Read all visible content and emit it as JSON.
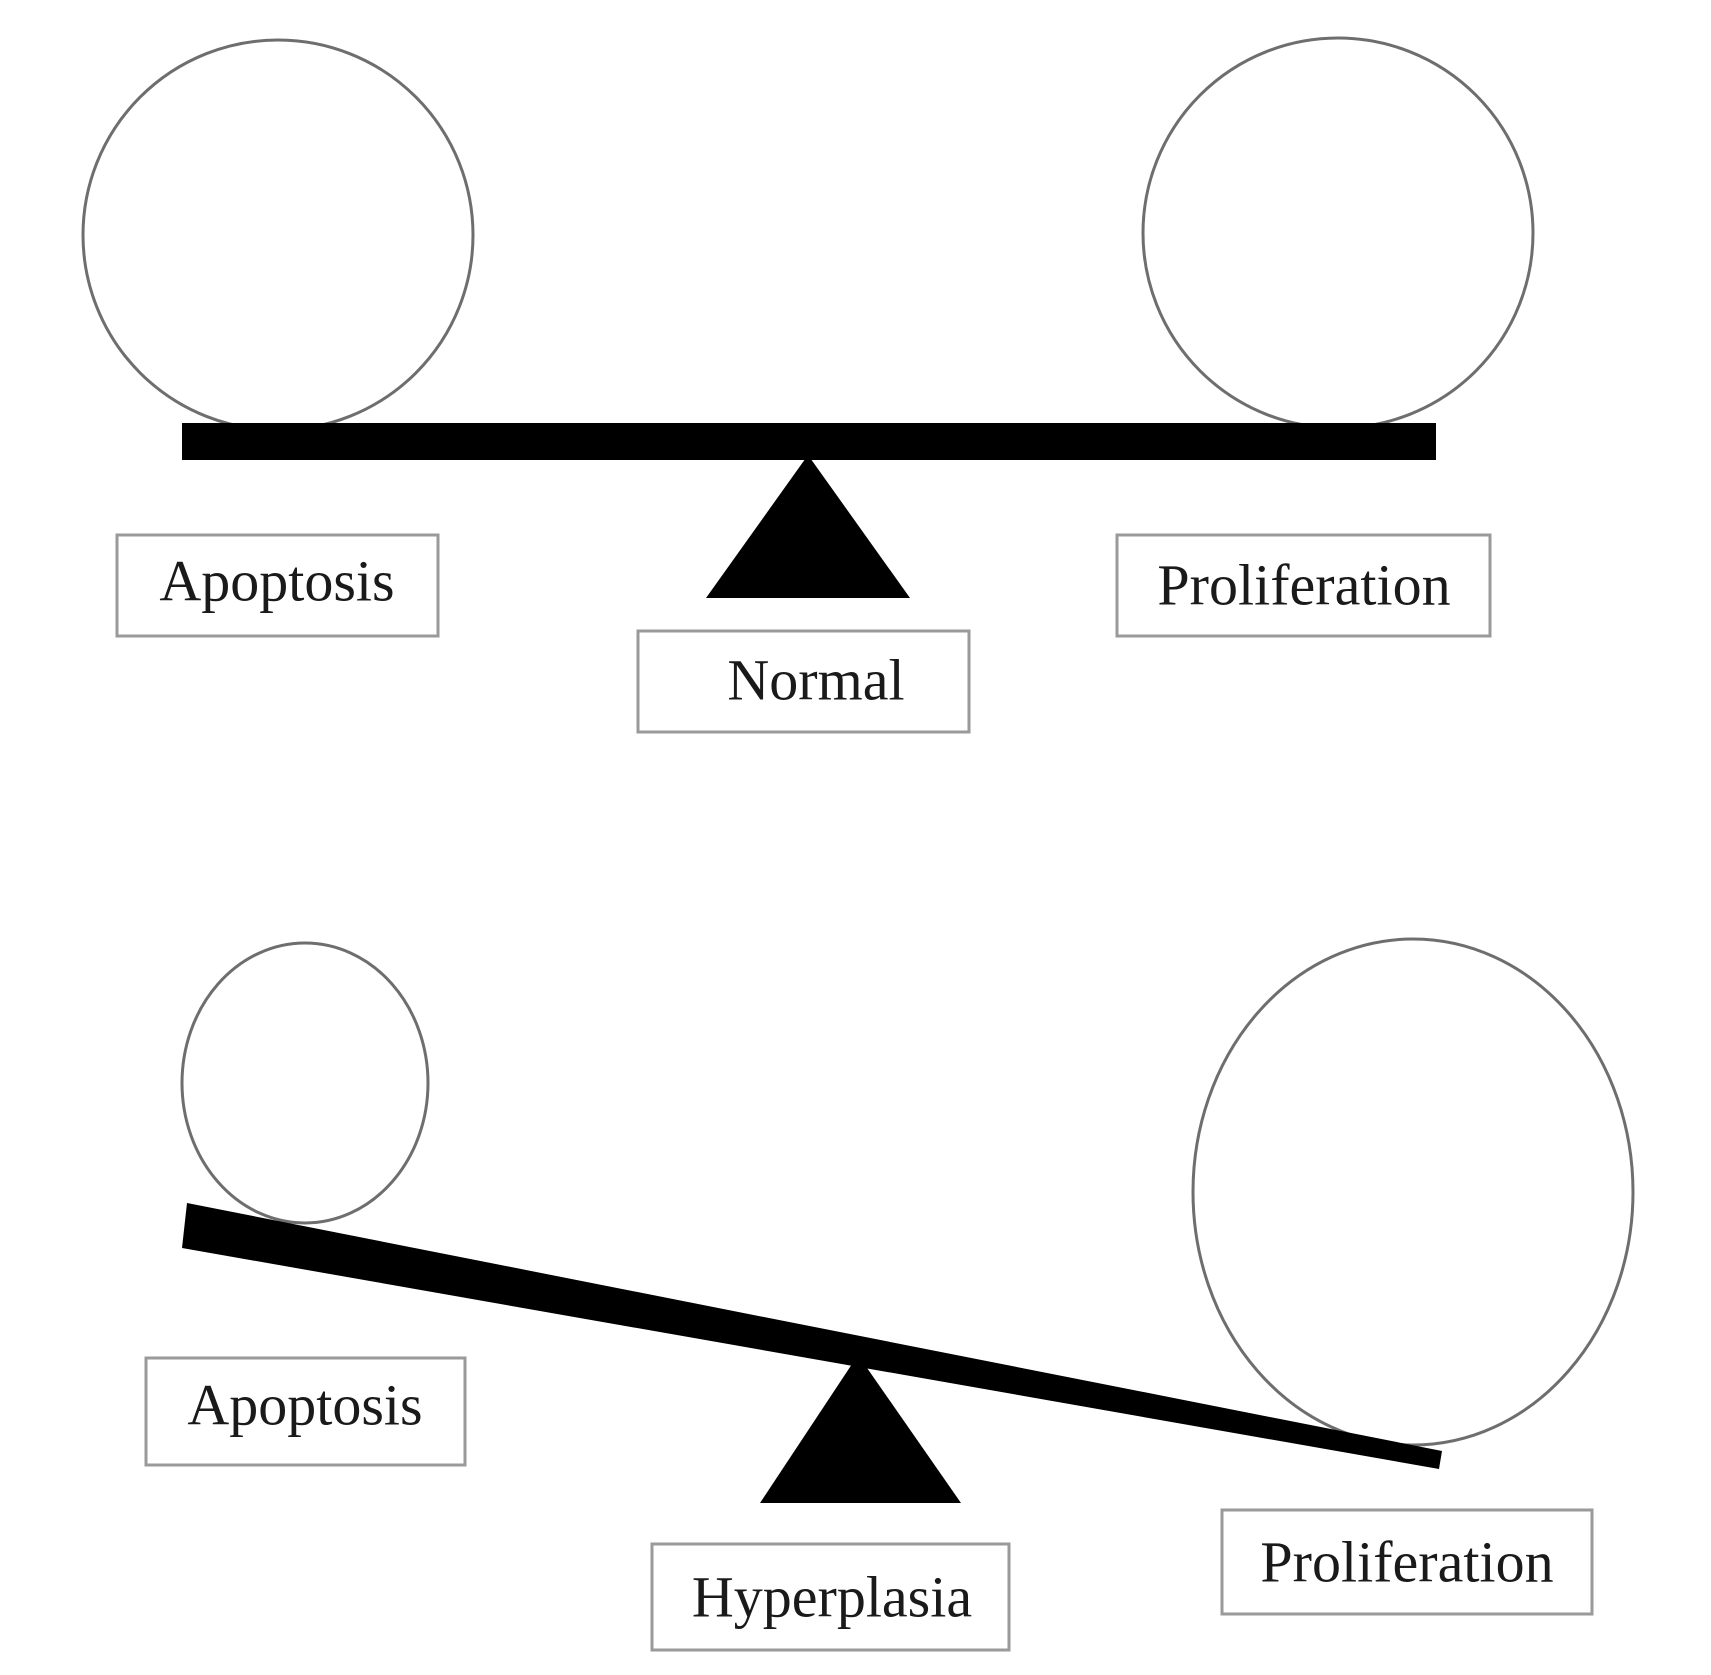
{
  "colors": {
    "ink": "#000000",
    "outline": "#6e6e6e",
    "box_border": "#9a9a9a",
    "text": "#1a1a1a",
    "background": "#ffffff"
  },
  "top_balance": {
    "state": "balanced",
    "left_label": "Apoptosis",
    "right_label": "Proliferation",
    "center_label": "Normal"
  },
  "bottom_balance": {
    "state": "tipped toward proliferation",
    "left_label": "Apoptosis",
    "right_label": "Proliferation",
    "center_label": "Hyperplasia"
  }
}
